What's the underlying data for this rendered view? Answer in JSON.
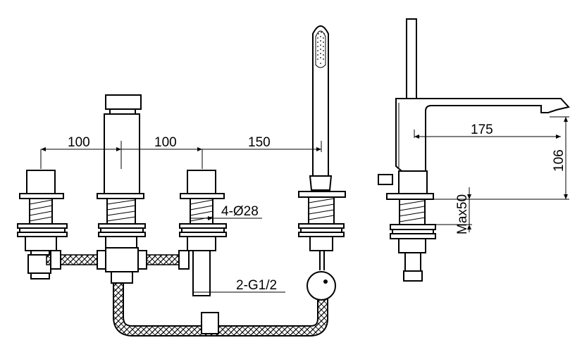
{
  "dimensions": {
    "spacing_1": "100",
    "spacing_2": "100",
    "spacing_3": "150",
    "hole_diameter": "4-Ø28",
    "inlet_thread": "2-G1/2",
    "spout_reach": "175",
    "spout_height": "106",
    "max_deck": "Max50"
  },
  "colors": {
    "line": "#000000",
    "background": "#ffffff"
  }
}
